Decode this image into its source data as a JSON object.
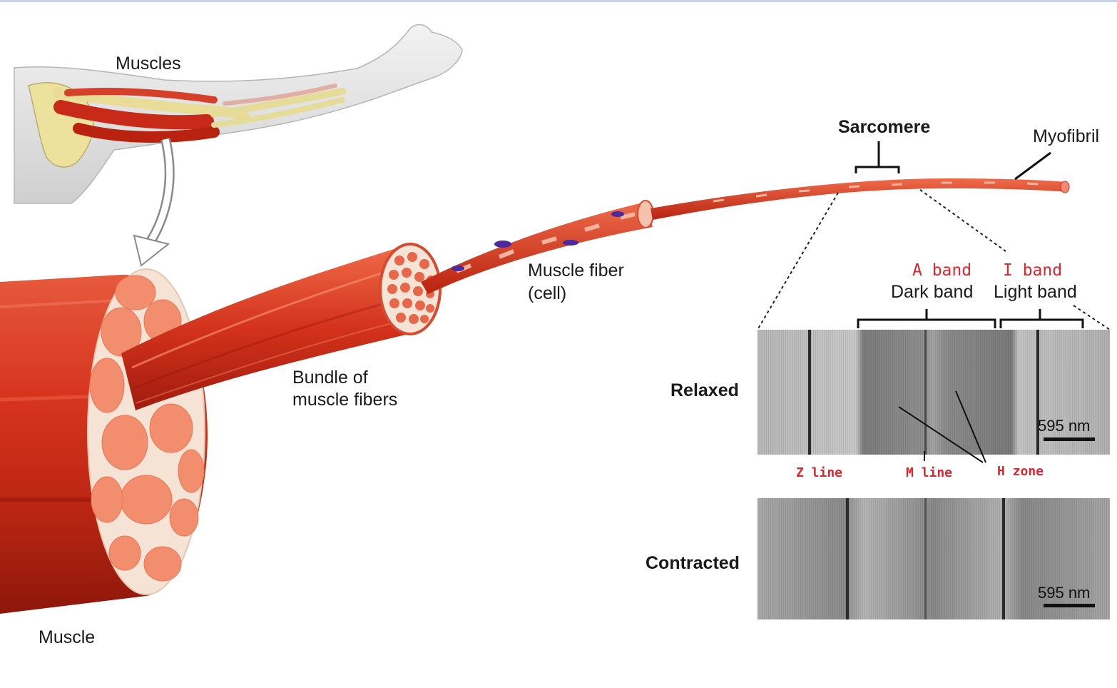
{
  "labels": {
    "muscles": "Muscles",
    "muscle": "Muscle",
    "bundle_line1": "Bundle of",
    "bundle_line2": "muscle fibers",
    "fiber_line1": "Muscle fiber",
    "fiber_line2": "(cell)",
    "sarcomere": "Sarcomere",
    "myofibril": "Myofibril",
    "a_band": "A band",
    "i_band": "I band",
    "dark_band": "Dark band",
    "light_band": "Light band",
    "relaxed": "Relaxed",
    "contracted": "Contracted",
    "z_line": "Z line",
    "m_line": "M line",
    "h_zone": "H zone",
    "scale_relaxed": "595 nm",
    "scale_contracted": "595 nm"
  },
  "colors": {
    "muscle_red": "#d8351f",
    "muscle_dark": "#a81e10",
    "fascicle_pink": "#f3a58a",
    "annotation_red": "#e0242c",
    "nucleus_purple": "#4b2a9e",
    "bone": "#f0e6b0",
    "micrograph_gray": "#9a9a9a"
  }
}
